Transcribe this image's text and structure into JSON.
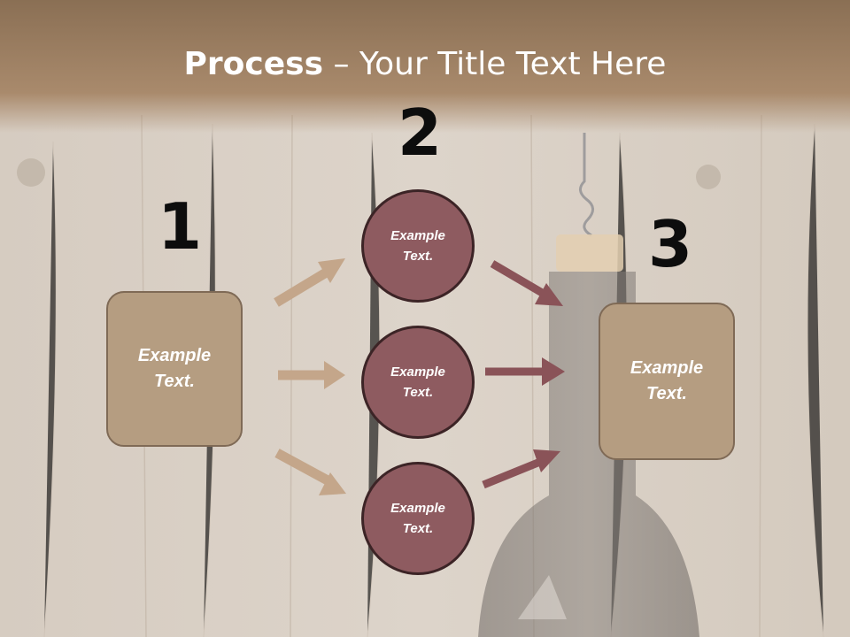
{
  "slide": {
    "title_bold": "Process",
    "title_rest": " – Your Title Text Here"
  },
  "steps": [
    {
      "number": "1",
      "boxes": [
        "Example Text."
      ]
    },
    {
      "number": "2",
      "boxes": [
        "Example Text.",
        "Example Text.",
        "Example Text."
      ]
    },
    {
      "number": "3",
      "boxes": [
        "Example Text."
      ]
    }
  ],
  "colors": {
    "box_fill": "#b59d81",
    "box_border": "#7f6a56",
    "circle_fill": "#8e5b60",
    "circle_border": "#3c2426",
    "arrow_tan": "#c4a68a",
    "arrow_red": "#8a5358",
    "title_band": "#a98a6c"
  }
}
